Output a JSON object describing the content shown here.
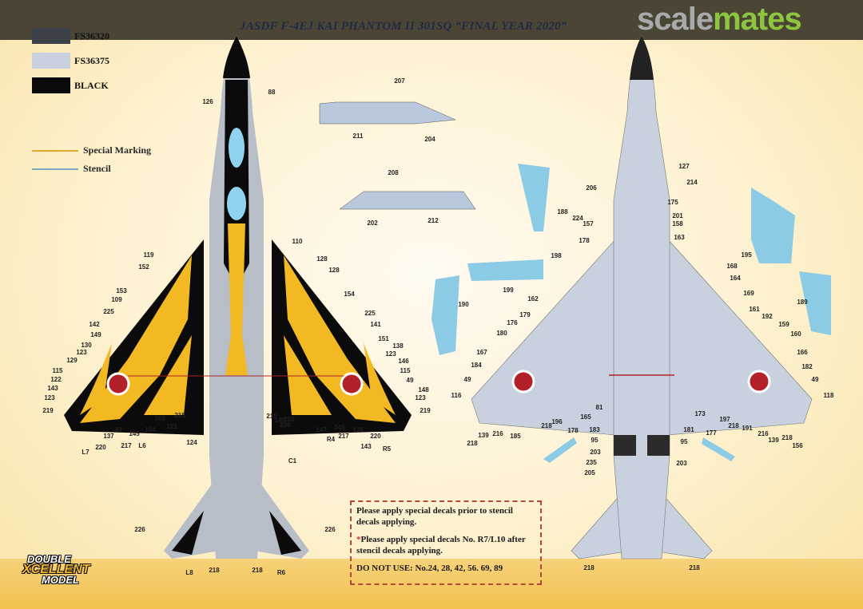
{
  "header": {
    "title": "JASDF F-4EJ KAI PHANTOM II 301SQ “FINAL YEAR 2020”",
    "brand_part1": "scale",
    "brand_part2": "mates"
  },
  "legend": {
    "colors": [
      {
        "label": "FS36320",
        "color": "#3b4049"
      },
      {
        "label": "FS36375",
        "color": "#c9d1de"
      },
      {
        "label": "BLACK",
        "color": "#0a0a0a"
      }
    ],
    "lines": [
      {
        "label": "Special Marking",
        "color": "#e3a92a"
      },
      {
        "label": "Stencil",
        "color": "#7fa7c4"
      }
    ]
  },
  "notes": {
    "line1": "Please apply special decals prior to stencil decals applying.",
    "star": "*",
    "line2": "Please apply special decals No. R7/L10 after stencil decals applying.",
    "line3": "DO NOT USE: No.24, 28, 42, 56. 69, 89"
  },
  "logo": {
    "line1": "DOUBLE",
    "line2": "XCELLENT",
    "line3": "MODEL"
  },
  "callouts": {
    "top_view": [
      "126",
      "88",
      "119",
      "152",
      "110",
      "128",
      "128",
      "153",
      "109",
      "154",
      "225",
      "225",
      "142",
      "141",
      "149",
      "151",
      "130",
      "138",
      "123",
      "123",
      "129",
      "146",
      "115",
      "115",
      "122",
      "49",
      "143",
      "148",
      "123",
      "123",
      "219",
      "219",
      "215",
      "215",
      "121",
      "102",
      "104",
      "145",
      "49",
      "137",
      "217",
      "220",
      "L7",
      "L6",
      "124",
      "236",
      "140",
      "182",
      "147",
      "145",
      "217",
      "136",
      "220",
      "143",
      "R4",
      "R5",
      "C1",
      "226",
      "226",
      "L8",
      "218",
      "218",
      "R6"
    ],
    "detail_parts": [
      "207",
      "211",
      "204",
      "208",
      "202",
      "212"
    ],
    "bottom_view": [
      "127",
      "214",
      "206",
      "175",
      "188",
      "224",
      "157",
      "201",
      "158",
      "178",
      "163",
      "198",
      "195",
      "168",
      "199",
      "164",
      "169",
      "162",
      "189",
      "190",
      "161",
      "179",
      "192",
      "176",
      "159",
      "180",
      "160",
      "167",
      "166",
      "184",
      "182",
      "49",
      "49",
      "116",
      "118",
      "173",
      "81",
      "165",
      "197",
      "196",
      "218",
      "218",
      "191",
      "183",
      "181",
      "216",
      "178",
      "177",
      "139",
      "216",
      "185",
      "139",
      "218",
      "156",
      "218",
      "95",
      "95",
      "203",
      "235",
      "203",
      "205",
      "218",
      "218"
    ]
  },
  "colors": {
    "yellow": "#f2b923",
    "gray_light": "#c9d1de",
    "gray_dark": "#9aa3ae",
    "hinomaru": "#b3202a",
    "canopy": "#8fd3ee",
    "part_blue": "#8ccbe6"
  }
}
